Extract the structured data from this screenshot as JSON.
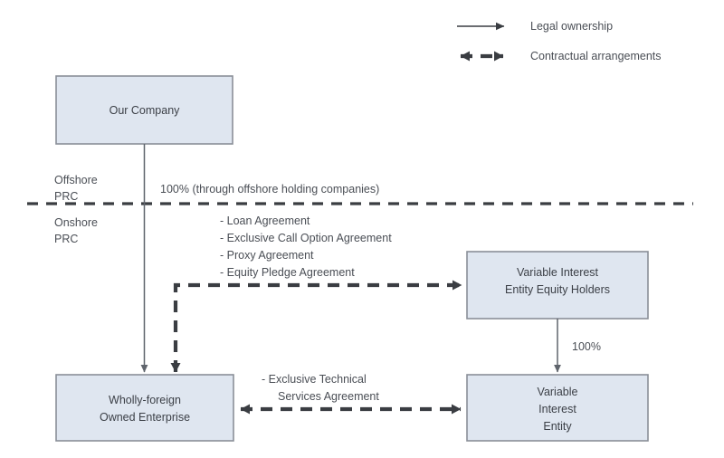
{
  "diagram": {
    "title": "VIE corporate structure chart",
    "colors": {
      "box_fill": "#dfe6f0",
      "box_stroke": "#8a8f98",
      "line": "#3a3d42",
      "text": "#4a4e55"
    },
    "legend": [
      {
        "id": "legal-ownership",
        "label": "Legal ownership",
        "style": "solid-arrow"
      },
      {
        "id": "contractual-arrangements",
        "label": "Contractual arrangements",
        "style": "dashed-double-arrow"
      }
    ],
    "boxes": [
      {
        "id": "our-company",
        "lines": [
          "Our Company"
        ]
      },
      {
        "id": "vie-equity-holders",
        "lines": [
          "Variable Interest",
          "Entity Equity Holders"
        ]
      },
      {
        "id": "wfoe",
        "lines": [
          "Wholly-foreign",
          "Owned Enterprise"
        ]
      },
      {
        "id": "vie",
        "lines": [
          "Variable",
          "Interest",
          "Entity"
        ]
      }
    ],
    "divider": {
      "above_label_line1": "Offshore",
      "above_label_line2": "PRC",
      "below_label_line1": "Onshore",
      "below_label_line2": "PRC"
    },
    "labels": {
      "ownership_note": "100% (through offshore holding companies)",
      "vie_ownership": "100%"
    },
    "agreements": {
      "contractual_items": [
        "-  Loan Agreement",
        "-  Exclusive Call Option Agreement",
        "-  Proxy Agreement",
        "-  Equity Pledge Agreement"
      ],
      "services_line1": "-  Exclusive Technical",
      "services_line2": "Services Agreement"
    }
  }
}
